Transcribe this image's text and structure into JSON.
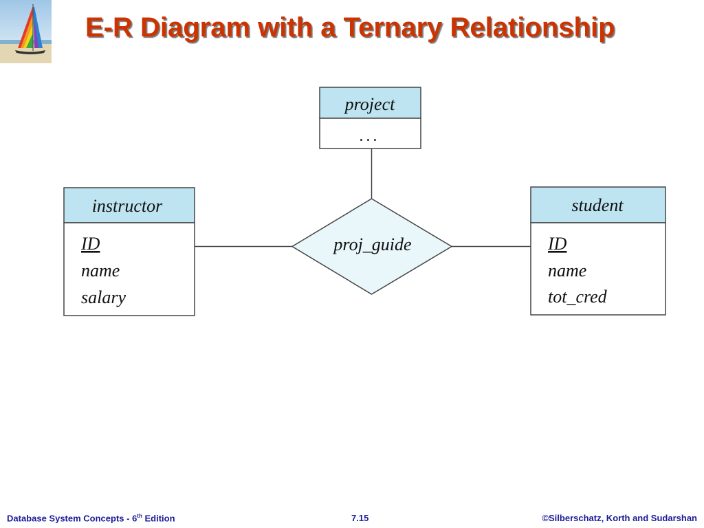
{
  "slide": {
    "title": "E-R Diagram with a Ternary Relationship"
  },
  "diagram": {
    "entities": {
      "project": {
        "name": "project",
        "attributes": [
          "..."
        ]
      },
      "instructor": {
        "name": "instructor",
        "attributes": [
          "ID",
          "name",
          "salary"
        ]
      },
      "student": {
        "name": "student",
        "attributes": [
          "ID",
          "name",
          "tot_cred"
        ]
      }
    },
    "relationship": {
      "name": "proj_guide"
    },
    "colors": {
      "header_fill": "#bde4f0",
      "relationship_fill": "#e9f6fa",
      "border": "#444444",
      "title": "#cc3300",
      "footer": "#1a1a99"
    }
  },
  "footer": {
    "left_prefix": "Database System Concepts - 6",
    "left_sup": "th",
    "left_suffix": " Edition",
    "center": "7.15",
    "right": "©Silberschatz, Korth and Sudarshan"
  },
  "icons": {
    "logo": "sailboat-logo-icon"
  }
}
